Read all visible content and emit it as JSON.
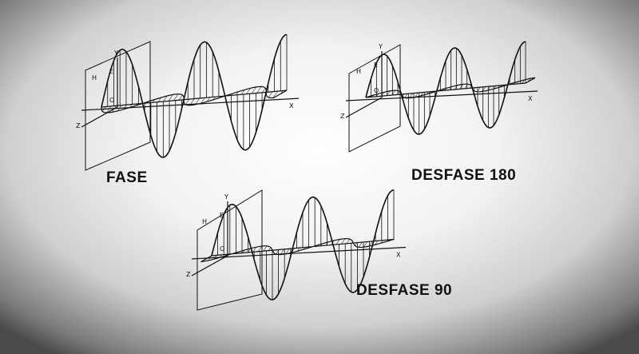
{
  "diagrams": [
    {
      "caption": "FASE",
      "phase_deg": 0,
      "labels": {
        "y": "Y",
        "x": "X",
        "z": "Z",
        "origin": "O",
        "e": "E",
        "h": "H"
      }
    },
    {
      "caption": "DESFASE 180",
      "phase_deg": 180,
      "labels": {
        "y": "Y",
        "x": "X",
        "z": "Z",
        "origin": "O",
        "e": "E",
        "h": "H"
      }
    },
    {
      "caption": "DESFASE 90",
      "phase_deg": 90,
      "labels": {
        "y": "Y",
        "x": "X",
        "z": "Z",
        "origin": "O",
        "e": "E",
        "h": "H"
      }
    }
  ],
  "colors": {
    "ink": "#111111",
    "panel": "#f4f4f4"
  }
}
